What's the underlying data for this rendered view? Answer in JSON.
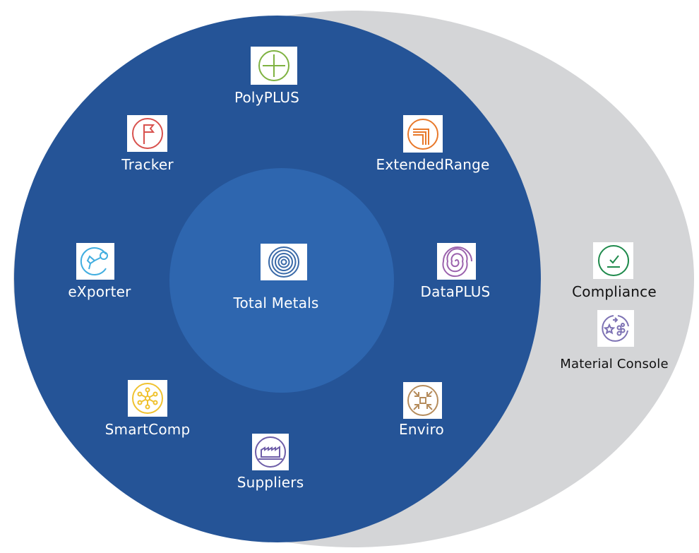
{
  "diagram": {
    "center": {
      "label": "Total Metals",
      "icon": "concentric-spiral-icon",
      "color": "#3a6aa8"
    },
    "ring_modules": [
      {
        "label": "PolyPLUS",
        "icon": "crosshair-circle-icon",
        "color": "#7fb241"
      },
      {
        "label": "ExtendedRange",
        "icon": "corner-lines-icon",
        "color": "#e8782a"
      },
      {
        "label": "DataPLUS",
        "icon": "spiral-icon",
        "color": "#9b62ad"
      },
      {
        "label": "Enviro",
        "icon": "arrows-inward-icon",
        "color": "#b58c5c"
      },
      {
        "label": "Suppliers",
        "icon": "factory-icon",
        "color": "#6e5ea8"
      },
      {
        "label": "SmartComp",
        "icon": "network-nodes-icon",
        "color": "#f0c230"
      },
      {
        "label": "eXporter",
        "icon": "share-arrow-icon",
        "color": "#42aee0"
      },
      {
        "label": "Tracker",
        "icon": "flag-icon",
        "color": "#d8514d"
      }
    ],
    "outer_modules": [
      {
        "label": "Compliance",
        "icon": "checkmark-circle-icon",
        "color": "#1f8a4c"
      },
      {
        "label": "Material Console",
        "icon": "star-molecule-icon",
        "color": "#7d72b4"
      }
    ],
    "colors": {
      "outer_ring": "#d4d5d7",
      "main_circle": "#255497",
      "inner_circle": "#2e66af"
    }
  }
}
